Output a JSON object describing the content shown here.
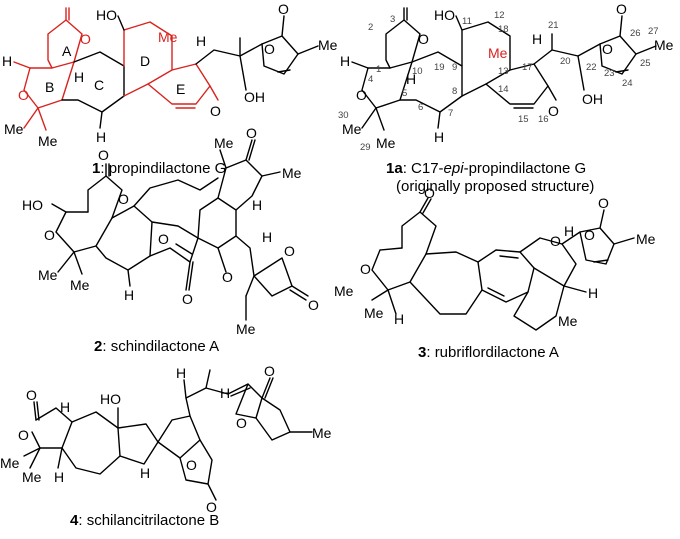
{
  "compounds": [
    {
      "number": "1",
      "name": "propindilactone G",
      "ring_labels": [
        "A",
        "B",
        "C",
        "D",
        "E"
      ],
      "atoms": {
        "h": "H",
        "o": "O",
        "ho": "HO",
        "me": "Me",
        "oh": "OH"
      }
    },
    {
      "number": "1a",
      "name_prefix": "C17-",
      "name_epi": "epi",
      "name_suffix": "-propindilactone G",
      "note": "(originally proposed structure)",
      "atom_numbers": [
        "1",
        "2",
        "3",
        "4",
        "5",
        "6",
        "7",
        "8",
        "9",
        "10",
        "11",
        "12",
        "13",
        "14",
        "15",
        "16",
        "17",
        "18",
        "19",
        "20",
        "21",
        "22",
        "23",
        "24",
        "25",
        "26",
        "27",
        "29",
        "30"
      ]
    },
    {
      "number": "2",
      "name": "schindilactone A"
    },
    {
      "number": "3",
      "name": "rubriflordilactone A"
    },
    {
      "number": "4",
      "name": "schilancitrilactone B"
    }
  ],
  "colors": {
    "highlight": "#d8231f",
    "bond": "#000000"
  }
}
